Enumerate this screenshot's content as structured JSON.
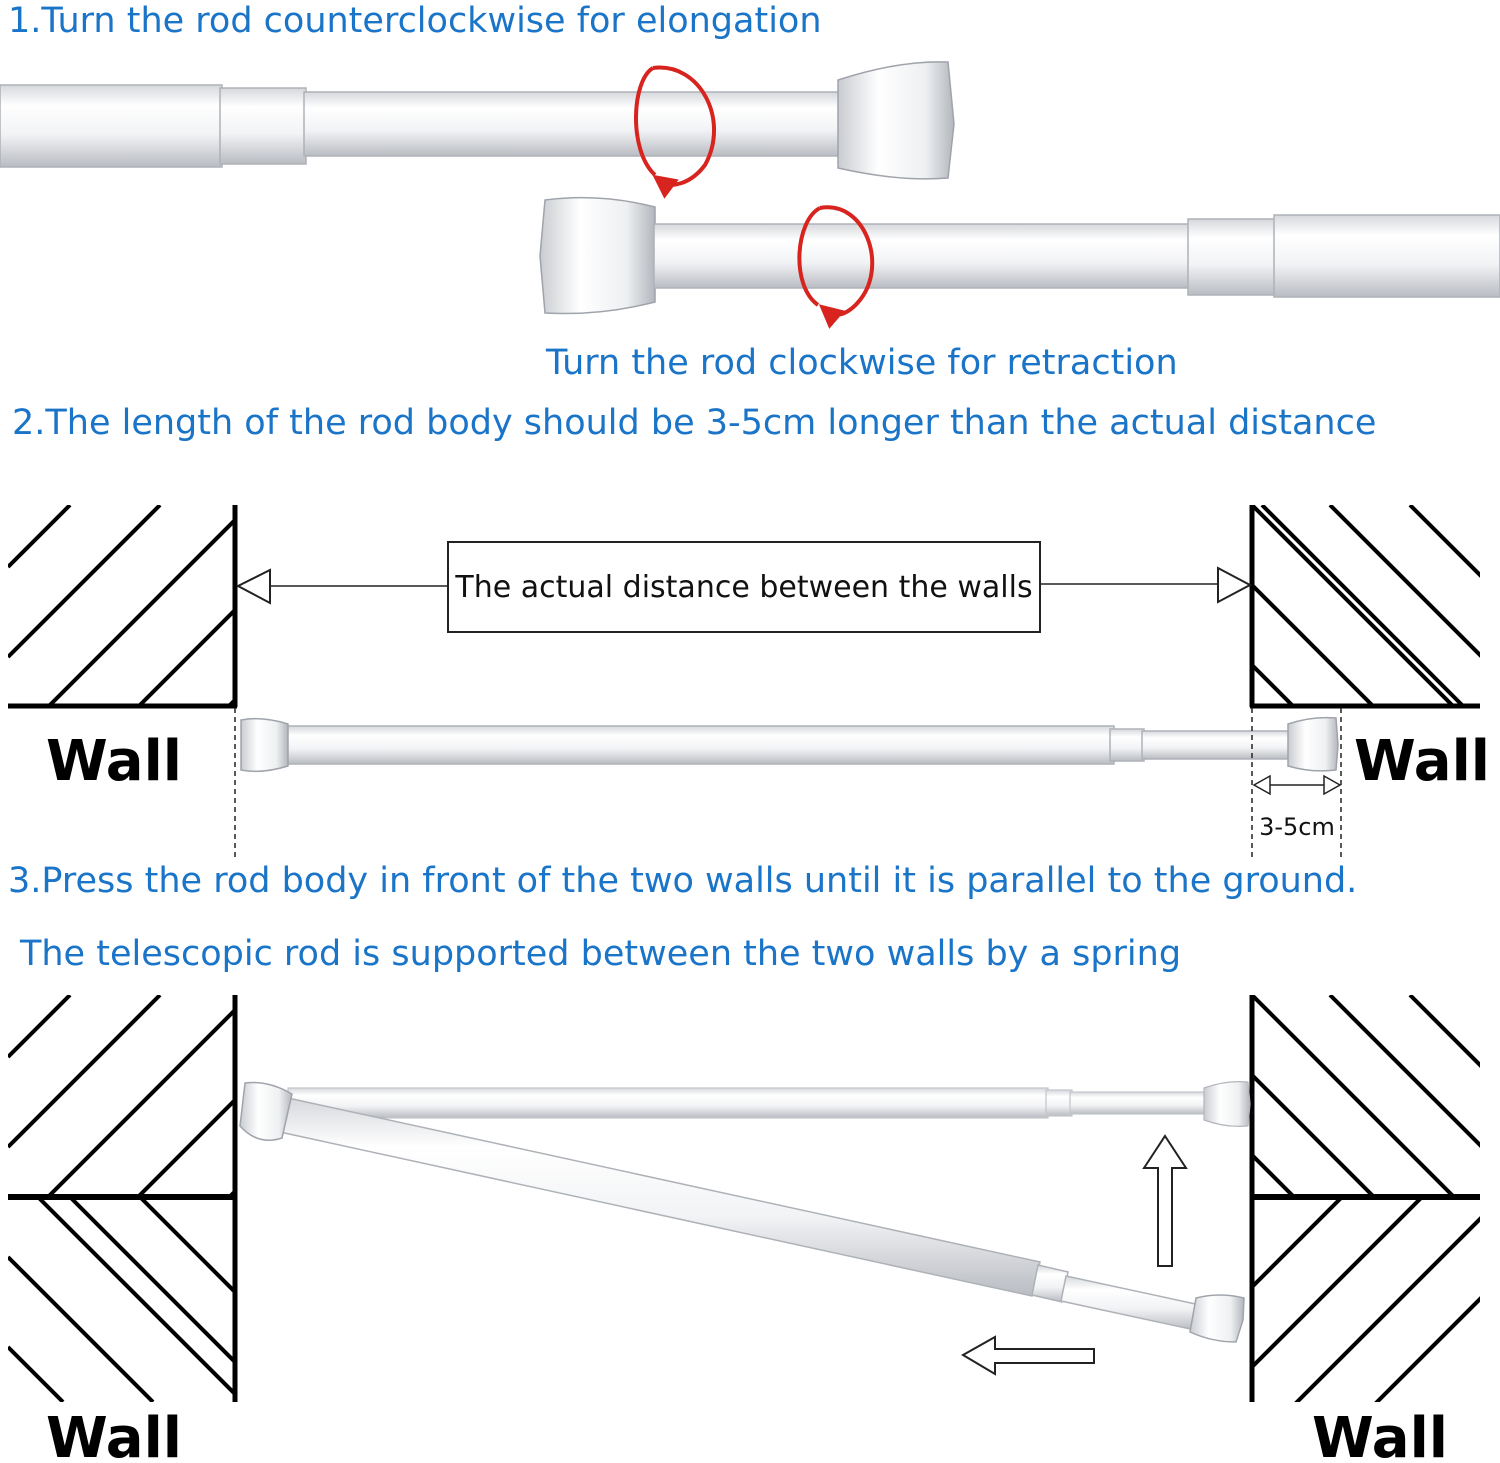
{
  "captions": {
    "step1_elongation": "1.Turn the rod counterclockwise for elongation",
    "step1_retraction": "Turn the rod clockwise for retraction",
    "step2": "2.The length of the rod body should be 3-5cm longer than the actual distance",
    "step3": "3.Press the rod body in front of the two walls until it is parallel to the ground.",
    "step3_sub": "The telescopic rod is supported between the two walls by a spring"
  },
  "diagram": {
    "distance_label": "The actual distance between the walls",
    "extra_length_label": "3-5cm",
    "wall_label": "Wall"
  },
  "colors": {
    "caption_blue": "#1a74c8",
    "rotation_arrow_red": "#d8241f",
    "wall_hatch": "#000000"
  },
  "icons": {
    "rotation_ccw": "rotate-counterclockwise-icon",
    "rotation_cw": "rotate-clockwise-icon",
    "push_up": "arrow-up-icon",
    "push_left": "arrow-left-icon"
  }
}
